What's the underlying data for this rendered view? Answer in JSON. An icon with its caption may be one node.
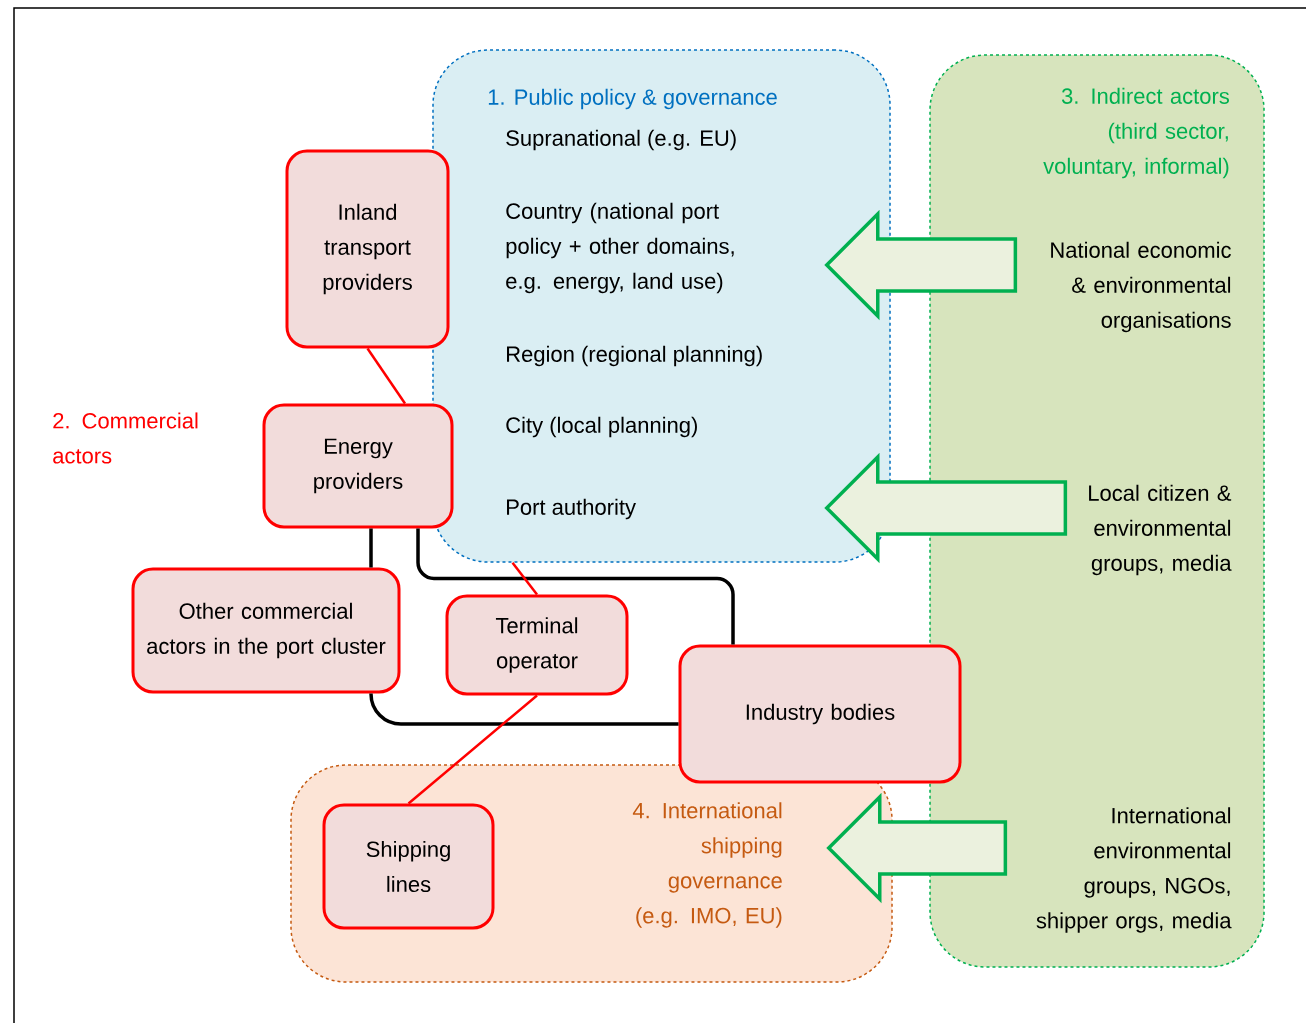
{
  "diagram": {
    "nodes": [
      {
        "text": [
          "1. Public policy & governance",
          "Supranational (e.g. EU)",
          "Country (national port policy + other domains, e.g. energy, land use)",
          "Region (regional planning)",
          "City (local planning)",
          "Port authority"
        ]
      },
      {
        "text": [
          "3. Indirect actors (third sector, voluntary, informal)"
        ]
      },
      {
        "text": [
          "National economic & environmental organisations"
        ],
        "in": 1
      },
      {
        "text": [
          "Local citizen & environmental groups, media"
        ],
        "in": 1
      },
      {
        "text": [
          "International environmental groups, NGOs, shipper orgs, media"
        ],
        "in": 1
      },
      {
        "text": [
          "Inland transport providers"
        ]
      },
      {
        "text": [
          "Energy providers"
        ]
      },
      {
        "text": [
          "Other commercial actors in the port cluster"
        ]
      },
      {
        "text": [
          "Terminal operator"
        ]
      },
      {
        "text": [
          "Industry bodies"
        ]
      },
      {
        "text": [
          "4. International shipping governance (e.g. IMO, EU)"
        ]
      },
      {
        "text": [
          "Shipping lines"
        ],
        "in": 10
      }
    ],
    "edges": [
      {
        "from": 2,
        "to": 0,
        "arrow": "to",
        "style": "thick",
        "color": "#00b050"
      },
      {
        "from": 3,
        "to": 0,
        "arrow": "to",
        "style": "thick",
        "color": "#00b050"
      },
      {
        "from": 4,
        "to": 10,
        "arrow": "to",
        "style": "thick",
        "color": "#00b050"
      },
      {
        "from": 5,
        "to": 6,
        "arrow": "none",
        "color": "#ff0000"
      },
      {
        "from": 6,
        "to": 9,
        "arrow": "none",
        "color": "#000000"
      },
      {
        "from": 6,
        "to": 7,
        "arrow": "none",
        "color": "#000000"
      },
      {
        "from": 7,
        "to": 9,
        "arrow": "none",
        "color": "#000000"
      },
      {
        "from": 8,
        "to": 0,
        "arrow": "none",
        "color": "#ff0000"
      },
      {
        "from": 8,
        "to": 11,
        "arrow": "none",
        "color": "#ff0000"
      }
    ],
    "labels": [
      "2. Commercial actors"
    ]
  }
}
